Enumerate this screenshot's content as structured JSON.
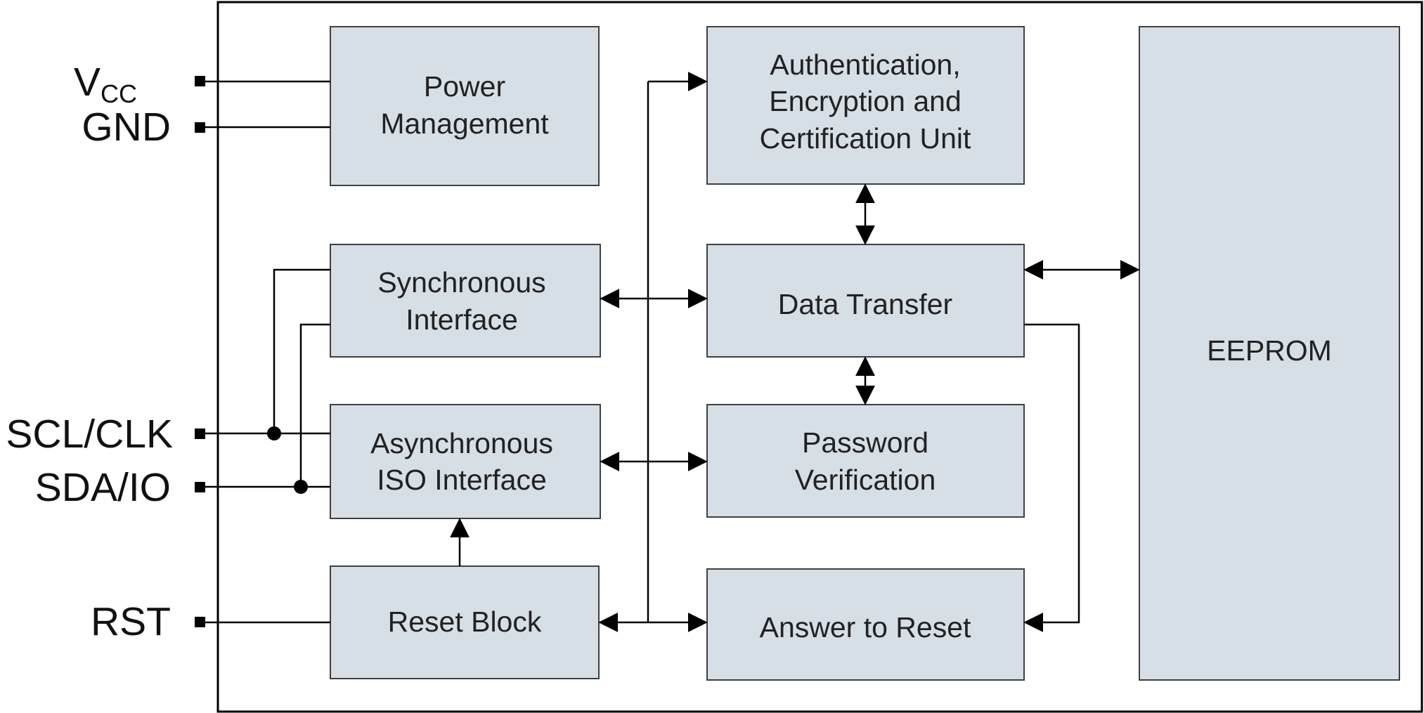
{
  "pins": {
    "vcc": {
      "main": "V",
      "sub": "CC"
    },
    "gnd": "GND",
    "scl": "SCL/CLK",
    "sda": "SDA/IO",
    "rst": "RST"
  },
  "blocks": {
    "power": [
      "Power",
      "Management"
    ],
    "auth": [
      "Authentication,",
      "Encryption and",
      "Certification Unit"
    ],
    "eeprom": [
      "EEPROM"
    ],
    "sync": [
      "Synchronous",
      "Interface"
    ],
    "data_transfer": [
      "Data Transfer"
    ],
    "async": [
      "Asynchronous",
      "ISO Interface"
    ],
    "password": [
      "Password",
      "Verification"
    ],
    "reset": [
      "Reset Block"
    ],
    "atr": [
      "Answer to Reset"
    ]
  },
  "colors": {
    "block_fill": "#d6dee6",
    "line": "#000000"
  }
}
